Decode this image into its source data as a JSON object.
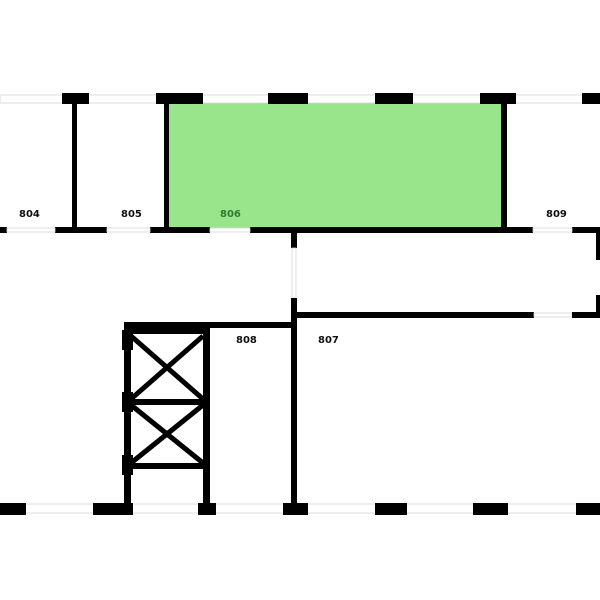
{
  "plan": {
    "colors": {
      "wall": "#000000",
      "selected_room": "#98e58c",
      "window_frame": "#d6d6d6",
      "background": "#ffffff",
      "selected_label": "#2e7d32"
    },
    "rooms": [
      {
        "id": "804",
        "label": "804",
        "selected": false
      },
      {
        "id": "805",
        "label": "805",
        "selected": false
      },
      {
        "id": "806",
        "label": "806",
        "selected": true
      },
      {
        "id": "809",
        "label": "809",
        "selected": false
      },
      {
        "id": "808",
        "label": "808",
        "selected": false
      },
      {
        "id": "807",
        "label": "807",
        "selected": false
      }
    ],
    "stair_icon": "stairwell-cross-icon"
  }
}
